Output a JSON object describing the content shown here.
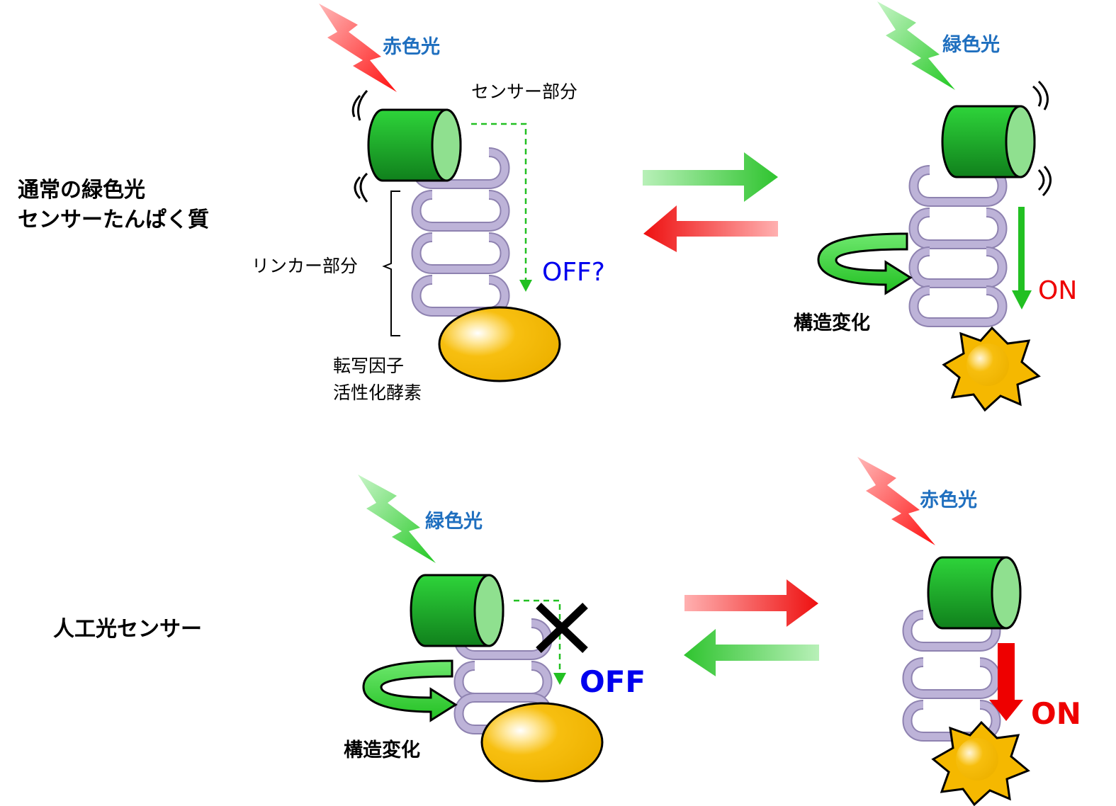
{
  "panel_top": {
    "title_line1": "通常の緑色光",
    "title_line2": "センサーたんぱく質",
    "left_light": "赤色光",
    "sensor_label": "センサー部分",
    "linker_label": "リンカー部分",
    "effector_line1": "転写因子",
    "effector_line2": "活性化酵素",
    "left_state": "OFF?",
    "right_light": "緑色光",
    "conformation": "構造変化",
    "right_state": "ON"
  },
  "panel_bottom": {
    "title": "人工光センサー",
    "left_light": "緑色光",
    "conformation": "構造変化",
    "left_state": "OFF",
    "right_light": "赤色光",
    "right_state": "ON"
  },
  "colors": {
    "text_blue": "#1f6fbf",
    "off_blue": "#0000ee",
    "on_red": "#ee0000",
    "sensor_green": "#1aa02a",
    "helix": "#a99cc4",
    "effector": "#f5b800"
  }
}
